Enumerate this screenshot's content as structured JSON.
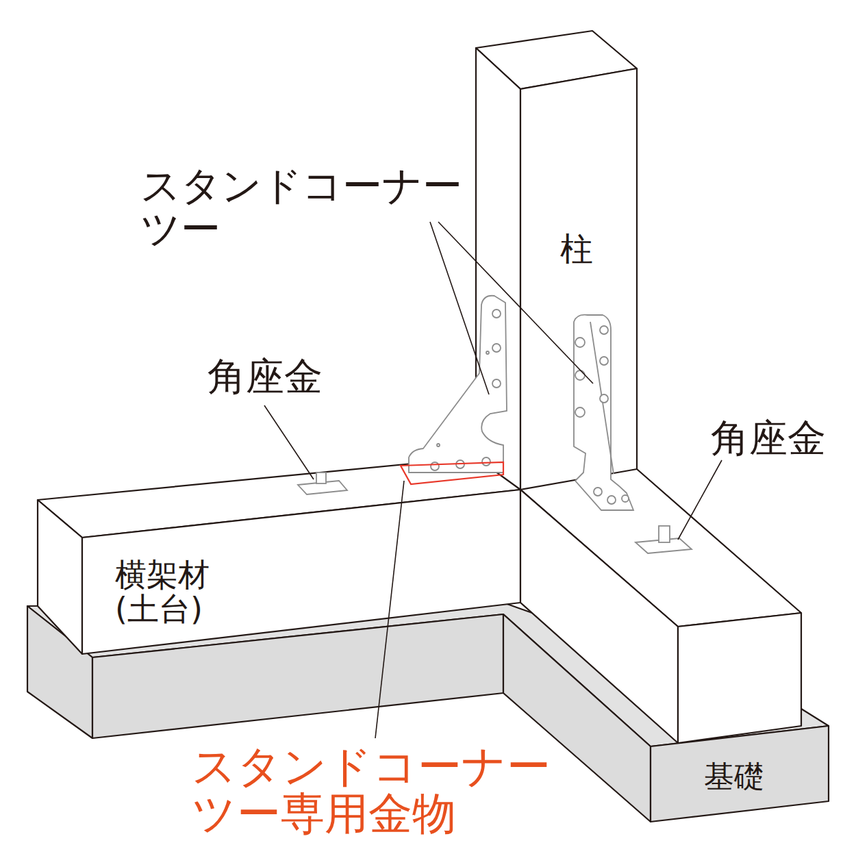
{
  "diagram": {
    "labels": [
      "スタンドコーナー ツー",
      "柱",
      "角座金",
      "角座金",
      "横架材 (土台)",
      "スタンドコーナー ツー専用金物",
      "基礎"
    ]
  }
}
